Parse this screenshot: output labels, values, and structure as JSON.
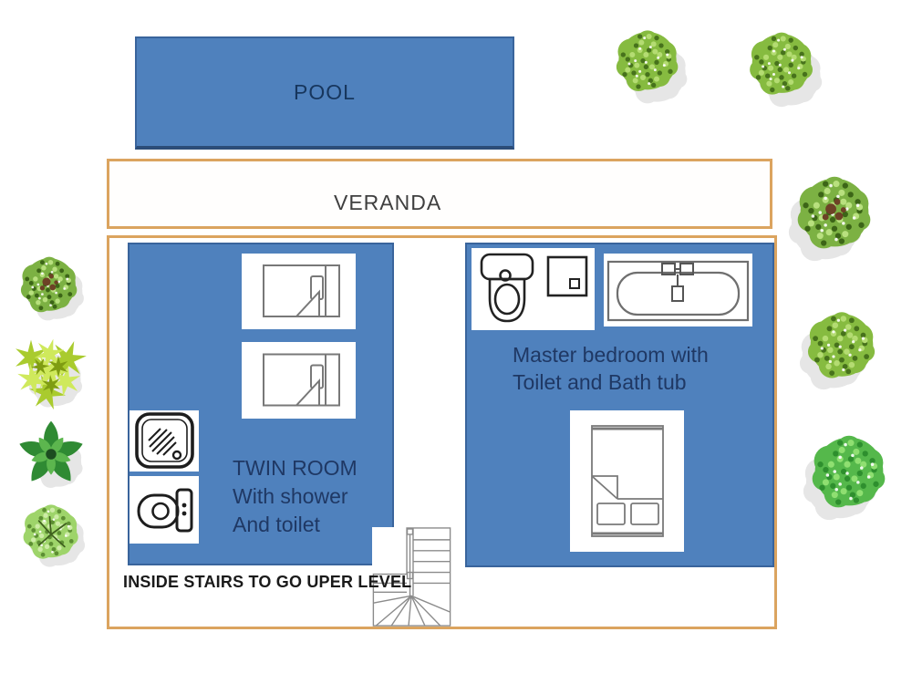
{
  "colors": {
    "room_fill": "#4f81bd",
    "room_border": "#39649c",
    "outline_orange": "#dba45f",
    "pool_label_color": "#17365d",
    "room_label_color": "#1f3864",
    "veranda_label_color": "#3f3f3f",
    "note_color": "#1a1a1a",
    "foliage_green": "#86bb40"
  },
  "areas": {
    "pool": {
      "label": "POOL"
    },
    "veranda": {
      "label": "VERANDA"
    },
    "twin_room": {
      "line1": "TWIN ROOM",
      "line2": "With shower",
      "line3": "And toilet"
    },
    "master_room": {
      "line1": "Master bedroom with",
      "line2": "Toilet and Bath tub"
    },
    "stairs_note": "INSIDE STAIRS TO GO UPER LEVEL"
  },
  "icons": {
    "twin_room": [
      "single-bed-icon",
      "single-bed-icon",
      "shower-icon",
      "toilet-icon"
    ],
    "master_room": [
      "toilet-top-icon",
      "sink-icon",
      "bathtub-icon",
      "double-bed-icon"
    ],
    "stairs": "winder-stairs-icon",
    "landscaping": [
      "round-bush-icon",
      "round-bush-icon",
      "leafy-tree-icon",
      "round-bush-icon",
      "bright-bush-icon",
      "leafy-tree-icon",
      "spiky-plant-icon",
      "palm-plant-icon",
      "branched-tree-icon"
    ]
  }
}
